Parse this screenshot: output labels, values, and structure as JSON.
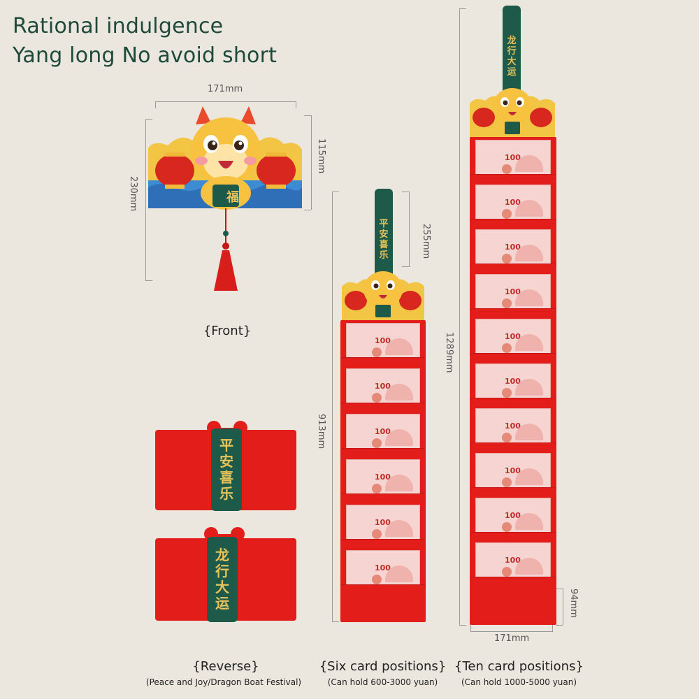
{
  "headline": {
    "line1": "Rational indulgence",
    "line2": "Yang long No avoid short"
  },
  "dimensions": {
    "front_width": "171mm",
    "front_head_height": "115mm",
    "front_total_height": "230mm",
    "strip_height": "255mm",
    "six_total_height": "913mm",
    "ten_total_height": "1289mm",
    "base_height": "94mm",
    "base_width": "171mm"
  },
  "captions": {
    "front": "{Front}",
    "reverse": "{Reverse}",
    "reverse_sub": "(Peace and Joy/Dragon Boat Festival)",
    "six": "{Six card positions}",
    "six_sub": "(Can hold 600-3000 yuan)",
    "ten": "{Ten card positions}",
    "ten_sub": "(Can hold 1000-5000 yuan)"
  },
  "envelope_text": {
    "peace_joy": [
      "平",
      "安",
      "喜",
      "乐"
    ],
    "dragon": [
      "龙",
      "行",
      "大",
      "运"
    ],
    "fu": "福",
    "note_value": "100"
  },
  "colors": {
    "background": "#ebe7de",
    "headline": "#1f4a3a",
    "envelope_red": "#e31d1a",
    "strip_green": "#1e5a4a",
    "strip_gold": "#e8c35a"
  }
}
